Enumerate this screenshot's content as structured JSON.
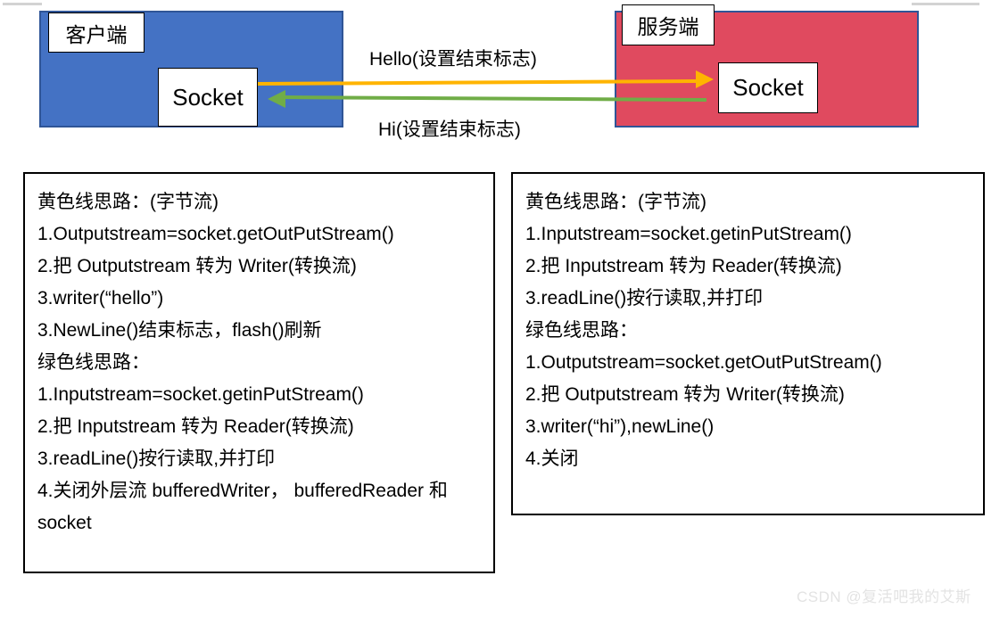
{
  "diagram": {
    "client": {
      "label": "客户端",
      "socket_label": "Socket"
    },
    "server": {
      "label": "服务端",
      "socket_label": "Socket"
    },
    "arrows": [
      {
        "name": "hello-arrow",
        "caption": "Hello(设置结束标志)",
        "direction": "client-to-server",
        "color": "#FFB400"
      },
      {
        "name": "hi-arrow",
        "caption": "Hi(设置结束标志)",
        "direction": "server-to-client",
        "color": "#70AD47"
      }
    ],
    "colors": {
      "client_fill": "#4472C4",
      "server_fill": "#E04A5F",
      "box_border": "#2F5597",
      "yellow_line": "#FFB400",
      "green_line": "#70AD47"
    }
  },
  "notes": {
    "left_panel": {
      "name": "client-notes-panel",
      "lines": [
        "黄色线思路：(字节流)",
        "1.Outputstream=socket.getOutPutStream()",
        "2.把 Outputstream 转为 Writer(转换流)",
        "3.writer(“hello”)",
        "3.NewLine()结束标志，flash()刷新",
        "绿色线思路：",
        "1.Inputstream=socket.getinPutStream()",
        "2.把 Inputstream 转为 Reader(转换流)",
        "3.readLine()按行读取,并打印",
        "4.关闭外层流 bufferedWriter， bufferedReader 和 socket"
      ]
    },
    "right_panel": {
      "name": "server-notes-panel",
      "lines": [
        "黄色线思路：(字节流)",
        "1.Inputstream=socket.getinPutStream()",
        "2.把 Inputstream 转为 Reader(转换流)",
        "3.readLine()按行读取,并打印",
        "绿色线思路：",
        "1.Outputstream=socket.getOutPutStream()",
        "2.把 Outputstream 转为 Writer(转换流)",
        "3.writer(“hi”),newLine()",
        "4.关闭"
      ]
    }
  },
  "watermark": {
    "text": "CSDN @复活吧我的艾斯"
  }
}
